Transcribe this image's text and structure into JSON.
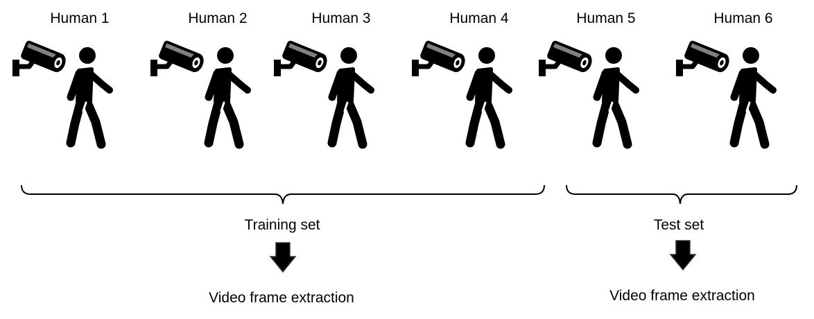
{
  "humans": [
    {
      "label": "Human 1"
    },
    {
      "label": "Human 2"
    },
    {
      "label": "Human 3"
    },
    {
      "label": "Human 4"
    },
    {
      "label": "Human 5"
    },
    {
      "label": "Human 6"
    }
  ],
  "icons": {
    "camera": "cctv-camera-icon",
    "person": "walking-person-icon",
    "arrow": "down-arrow-icon"
  },
  "groups": {
    "training": {
      "label": "Training set",
      "step": "Video frame extraction"
    },
    "test": {
      "label": "Test set",
      "step": "Video frame extraction"
    }
  }
}
